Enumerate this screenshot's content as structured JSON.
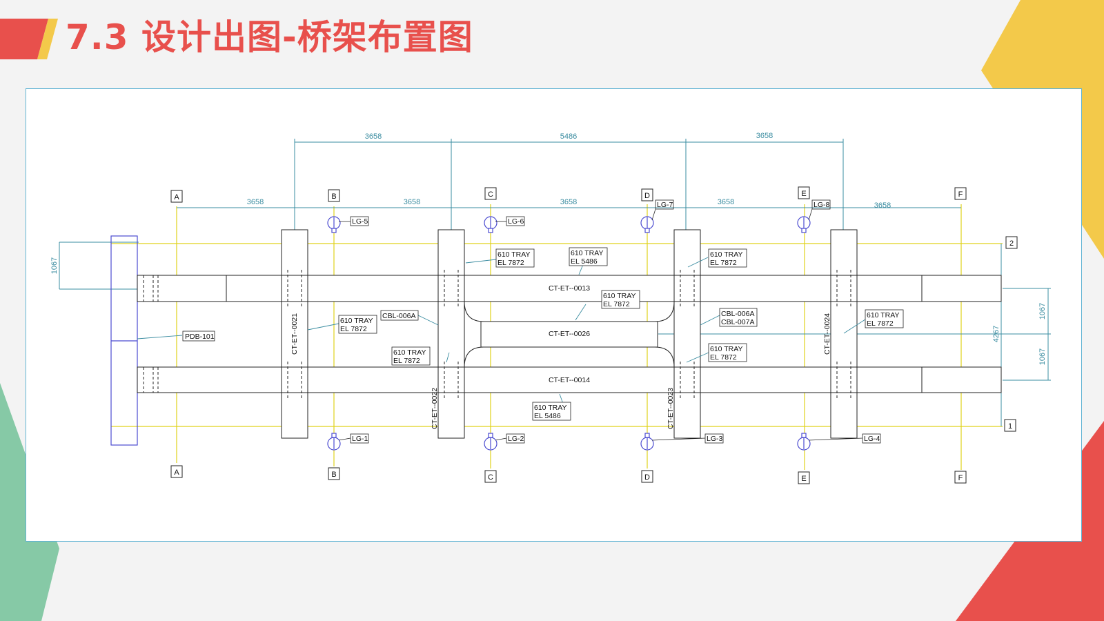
{
  "slide": {
    "title": "7.3 设计出图-桥架布置图",
    "colors": {
      "title": "#e8504c",
      "accent_red": "#e8504c",
      "accent_yellow": "#f3c94a",
      "accent_green": "#86c9a6",
      "frame_border": "#5fb3d3"
    }
  },
  "drawing": {
    "top_dims": [
      "3658",
      "5486",
      "3658"
    ],
    "grid_dims": [
      "3658",
      "3658",
      "3658",
      "3658",
      "3658"
    ],
    "axes": [
      "A",
      "B",
      "C",
      "D",
      "E",
      "F"
    ],
    "row_axes": [
      "2",
      "1"
    ],
    "left_dim": "1067",
    "right_dims": {
      "upper": "1067",
      "total": "4267",
      "lower": "1067"
    },
    "lighting": {
      "top": [
        "LG-5",
        "LG-6",
        "LG-7",
        "LG-8"
      ],
      "bottom": [
        "LG-1",
        "LG-2",
        "LG-3",
        "LG-4"
      ]
    },
    "trays": {
      "t13": "CT-ET--0013",
      "t26": "CT-ET--0026",
      "t14": "CT-ET--0014",
      "t21": "CT-ET--0021",
      "t22": "CT-ET--0022",
      "t23": "CT-ET--0023",
      "t24": "CT-ET--0024"
    },
    "panel": "PDB-101",
    "tray_size": "610 TRAY",
    "el_7872": "EL 7872",
    "el_5486": "EL 5486",
    "cables": {
      "c006a": "CBL-006A",
      "c007a": "CBL-007A"
    }
  }
}
